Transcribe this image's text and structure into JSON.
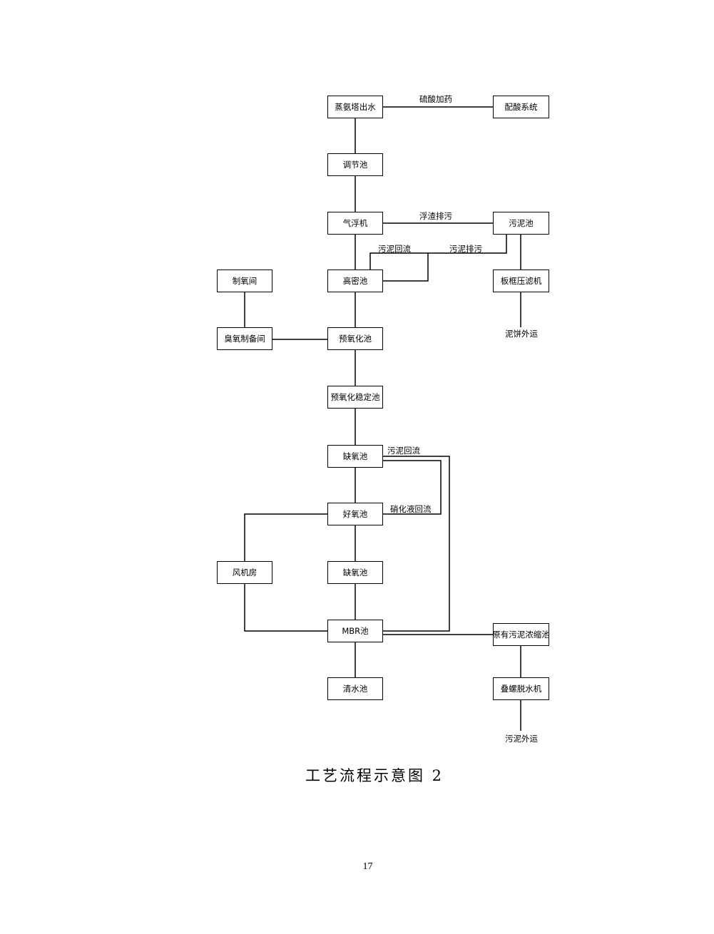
{
  "nodes": {
    "n1": "蒸氨塔出水",
    "n2": "配酸系统",
    "n3": "调节池",
    "n4": "气浮机",
    "n5": "污泥池",
    "n6": "制氧间",
    "n7": "高密池",
    "n8": "板框压滤机",
    "n9": "臭氧制备间",
    "n10": "预氧化池",
    "n11": "预氧化稳定池",
    "n12": "缺氧池",
    "n13": "好氧池",
    "n14": "风机房",
    "n15": "缺氧池",
    "n16": "MBR池",
    "n17": "原有污泥浓缩池",
    "n18": "清水池",
    "n19": "叠螺脱水机"
  },
  "labels": {
    "sulfuric_acid_dosing": "硫酸加药",
    "scum_discharge": "浮渣排污",
    "sludge_return_top": "污泥回流",
    "sludge_discharge": "污泥排污",
    "cake_out": "泥饼外运",
    "sludge_return_mid": "污泥回流",
    "nitrate_return": "硝化液回流",
    "sludge_out": "污泥外运"
  },
  "caption": "工艺流程示意图 2",
  "page_number": "17"
}
